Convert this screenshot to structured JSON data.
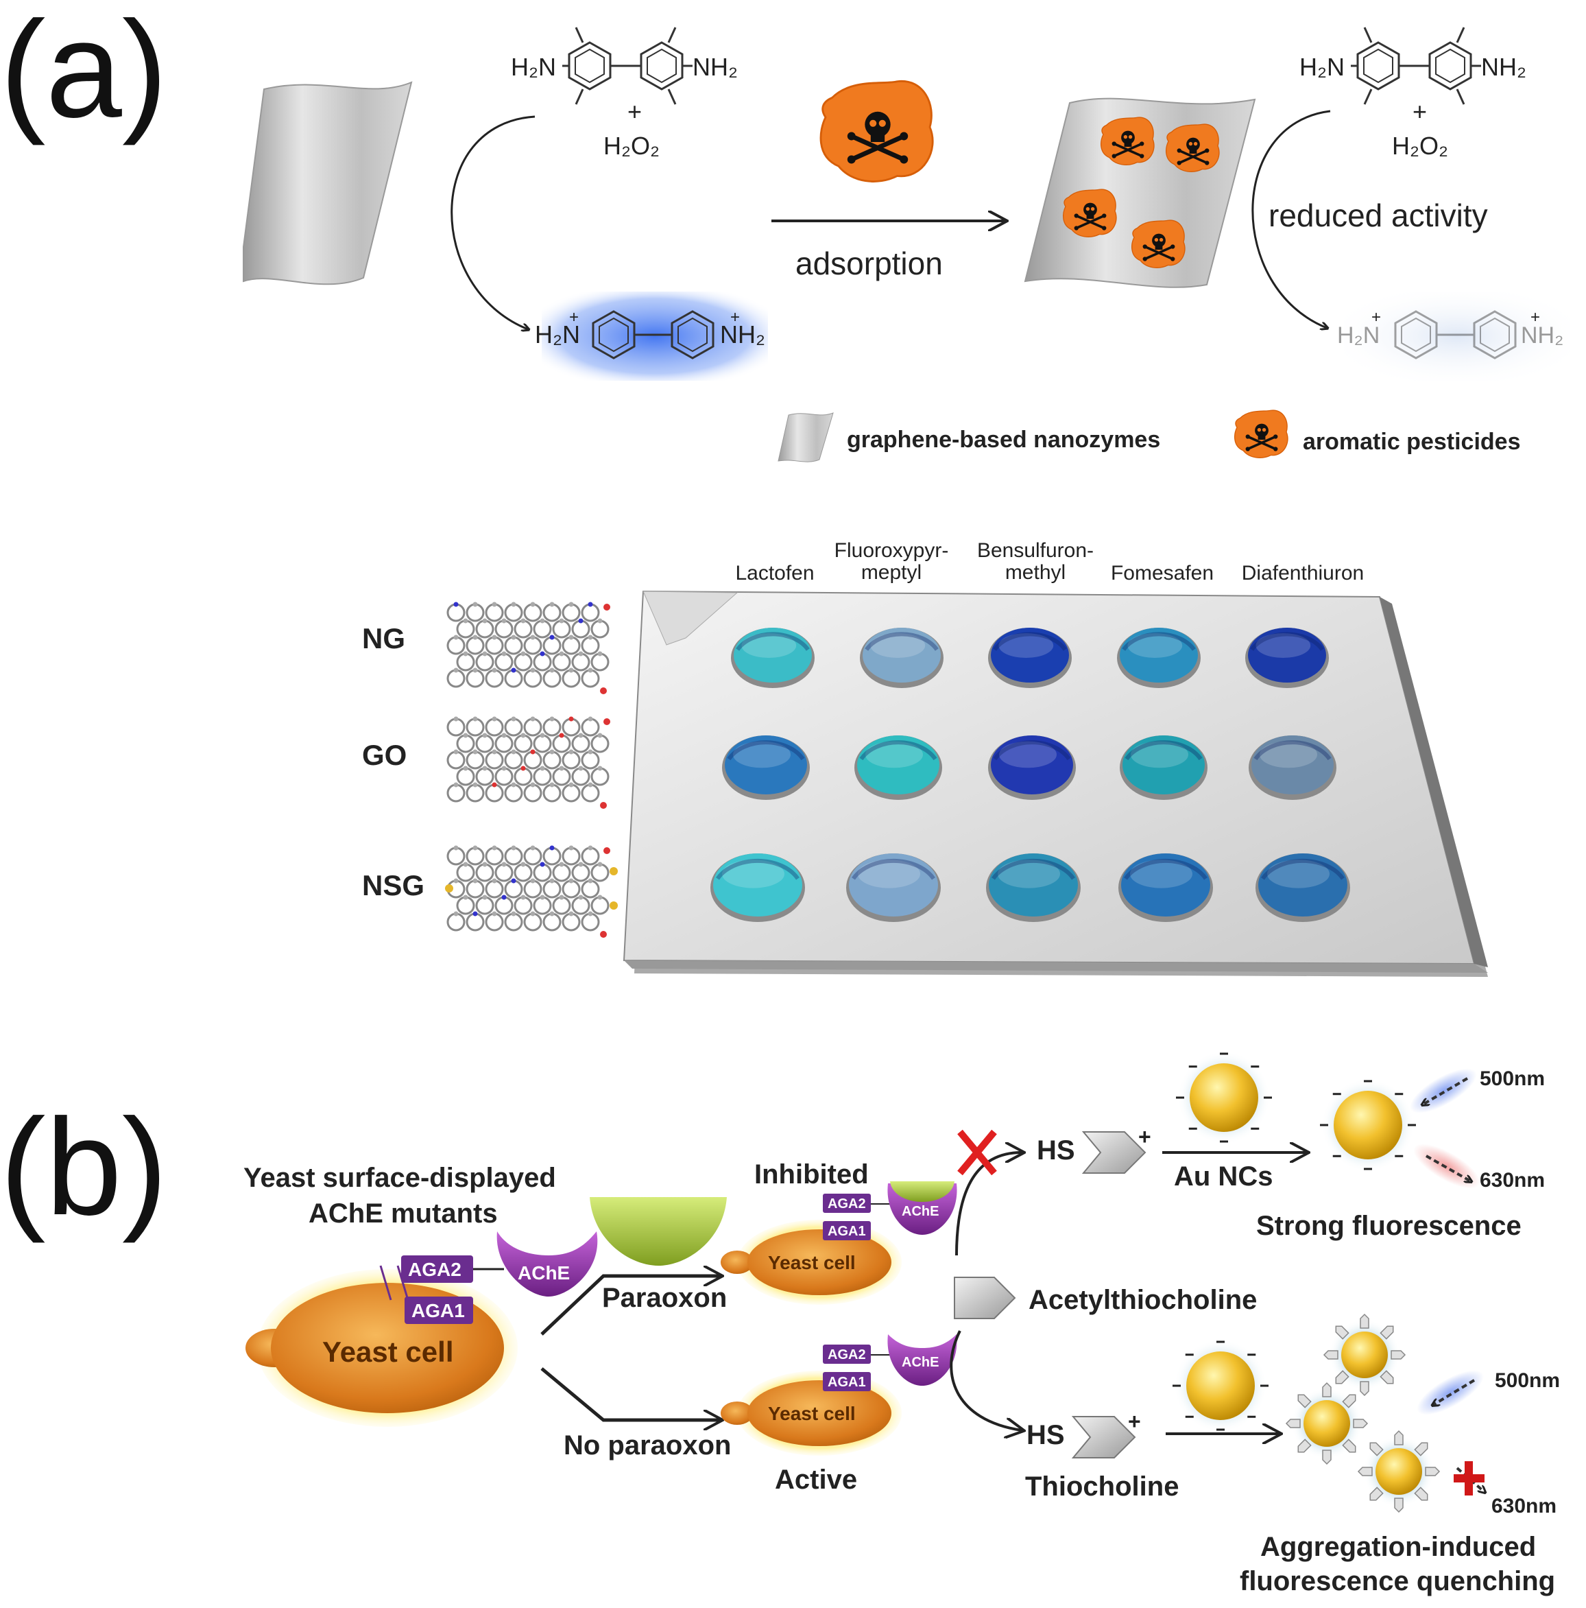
{
  "panel_a": {
    "label": "(a)",
    "tmb": {
      "left_group": "H₂N",
      "right_group": "NH₂",
      "plus": "+",
      "h2o2": "H₂O₂"
    },
    "oxtmb": {
      "left_group": "H₂N",
      "right_group": "NH₂",
      "charge": "+"
    },
    "arrow_label": "adsorption",
    "reduced_label": "reduced activity",
    "legend": {
      "nanozyme": "graphene-based nanozymes",
      "pesticide": "aromatic pesticides"
    },
    "plate": {
      "columns": [
        "Lactofen",
        "Fluoroxypyr-\nmeptyl",
        "Bensulfuron-\nmethyl",
        "Fomesafen",
        "Diafenthiuron"
      ],
      "column_lines": [
        [
          "Lactofen"
        ],
        [
          "Fluoroxypyr-",
          "meptyl"
        ],
        [
          "Bensulfuron-",
          "methyl"
        ],
        [
          "Fomesafen"
        ],
        [
          "Diafenthiuron"
        ]
      ],
      "rows": [
        "NG",
        "GO",
        "NSG"
      ],
      "well_colors": [
        [
          "#3bbcc7",
          "#7fa8c9",
          "#1a3fb0",
          "#2a8fbf",
          "#1b3aa8"
        ],
        [
          "#2a78bd",
          "#2fbcc0",
          "#2138b0",
          "#21a0b0",
          "#6a89a8"
        ],
        [
          "#3fc4cf",
          "#7ea6cc",
          "#2a8fb5",
          "#2773b8",
          "#2a6fae"
        ]
      ]
    }
  },
  "panel_b": {
    "label": "(b)",
    "yeast_title": [
      "Yeast surface-displayed",
      "AChE mutants"
    ],
    "aga1": "AGA1",
    "aga2": "AGA2",
    "ache": "AChE",
    "yeast_cell": "Yeast cell",
    "paraoxon": "Paraoxon",
    "no_paraoxon": "No paraoxon",
    "inhibited": "Inhibited",
    "active": "Active",
    "hs": "HS",
    "plus": "+",
    "acetylthiocholine": "Acetylthiocholine",
    "thiocholine": "Thiocholine",
    "au_ncs": "Au NCs",
    "nm500": "500nm",
    "nm630": "630nm",
    "strong": "Strong fluorescence",
    "quench": [
      "Aggregation-induced",
      "fluorescence quenching"
    ]
  },
  "colors": {
    "pesticide_orange": "#f07a1f",
    "graphene_gray": "#bdbdbd",
    "ache_purple": "#8e3aa6",
    "aga_purple": "#6a2d8f",
    "yeast_orange": "#e4902e",
    "paraoxon_green": "#a4c43a",
    "gold": "#f2c12e",
    "tmb_blue": "#3a6ff0"
  }
}
